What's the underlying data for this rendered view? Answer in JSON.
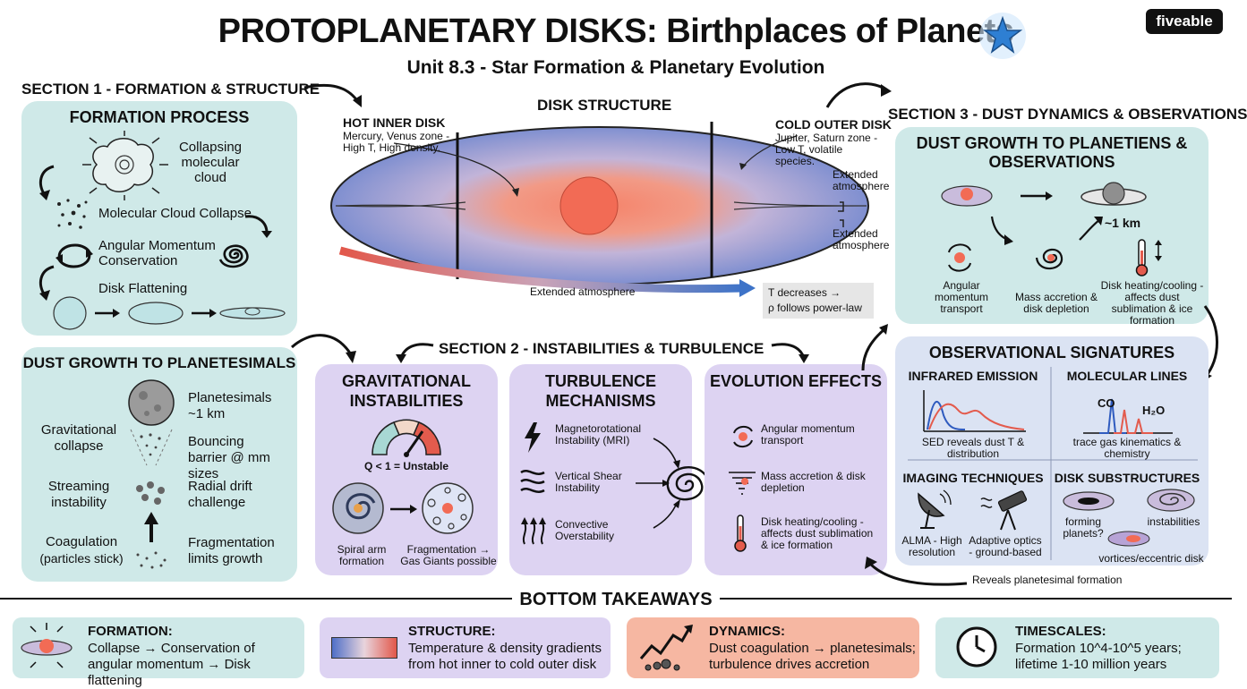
{
  "header": {
    "title": "PROTOPLANETARY DISKS: Birthplaces of Planets",
    "subtitle": "Unit 8.3 - Star Formation & Planetary Evolution",
    "logo": "fiveable"
  },
  "section1": {
    "heading": "SECTION 1 - FORMATION & STRUCTURE",
    "formation": {
      "title": "FORMATION PROCESS",
      "cloud_label": "Collapsing molecular cloud",
      "step1": "Molecular Cloud Collapse",
      "step2": "Angular Momentum Conservation",
      "step3": "Disk Flattening"
    },
    "dust": {
      "title": "DUST GROWTH TO PLANETESIMALS",
      "left1": "Gravitational collapse",
      "left2": "Streaming instability",
      "left3": "Coagulation",
      "left3b": "(particles stick)",
      "right1": "Planetesimals ~1 km",
      "right2": "Bouncing barrier @ mm sizes",
      "right3": "Radial drift challenge",
      "right4": "Fragmentation limits growth"
    }
  },
  "disk": {
    "title": "DISK STRUCTURE",
    "inner_title": "HOT INNER DISK",
    "inner_desc": "Mercury, Venus zone - High T, High density.",
    "outer_title": "COLD OUTER DISK",
    "outer_desc": "Jupiter, Saturn zone - Low T, volatile species.",
    "ext1": "Extended atmosphere",
    "ext2": "Extended atmosphere",
    "ext_bottom": "Extended atmosphere",
    "note1": "T decreases →",
    "note2": "ρ follows power-law"
  },
  "section2": {
    "heading": "SECTION 2 - INSTABILITIES & TURBULENCE",
    "grav": {
      "title": "GRAVITATIONAL INSTABILITIES",
      "gauge_label": "Q < 1 = Unstable",
      "spiral": "Spiral arm formation",
      "frag": "Fragmentation → Gas Giants possible"
    },
    "turb": {
      "title": "TURBULENCE MECHANISMS",
      "item1": "Magnetorotational Instability (MRI)",
      "item2": "Vertical Shear Instability",
      "item3": "Convective Overstability"
    },
    "evol": {
      "title": "EVOLUTION EFFECTS",
      "item1": "Angular momentum transport",
      "item2": "Mass accretion & disk depletion",
      "item3": "Disk heating/cooling - affects dust sublimation & ice formation"
    }
  },
  "section3": {
    "heading": "SECTION 3 - DUST DYNAMICS & OBSERVATIONS",
    "dust": {
      "title": "DUST GROWTH TO PLANETIENS & OBSERVATIONS",
      "km": "~1 km",
      "c1": "Angular momentum transport",
      "c2": "Mass accretion & disk depletion",
      "c3": "Disk heating/cooling - affects dust sublimation & ice formation"
    },
    "obs": {
      "title": "OBSERVATIONAL SIGNATURES",
      "ir_title": "INFRARED EMISSION",
      "ir_desc": "SED reveals dust T & distribution",
      "mol_title": "MOLECULAR LINES",
      "mol_co": "CO",
      "mol_h2o": "H₂O",
      "mol_desc": "trace gas kinematics & chemistry",
      "img_title": "IMAGING TECHNIQUES",
      "alma": "ALMA - High resolution",
      "optics": "Adaptive optics - ground-based",
      "sub_title": "DISK SUBSTRUCTURES",
      "sub1": "forming planets?",
      "sub2": "instabilities",
      "sub3": "vortices/eccentric disk"
    },
    "reveals": "Reveals planetesimal formation"
  },
  "bottom": {
    "heading": "BOTTOM TAKEAWAYS",
    "t1_title": "FORMATION:",
    "t1_body": "Collapse → Conservation of angular momentum → Disk flattening",
    "t2_title": "STRUCTURE:",
    "t2_body": "Temperature & density gradients from hot inner to cold outer disk",
    "t3_title": "DYNAMICS:",
    "t3_body": "Dust coagulation → planetesimals; turbulence drives accretion",
    "t4_title": "TIMESCALES:",
    "t4_body": "Formation 10^4-10^5 years; lifetime 1-10 million years"
  },
  "colors": {
    "teal": "#cfe9e8",
    "lavender": "#ddd3f2",
    "blue": "#dbe3f3",
    "hot": "#ef6b55",
    "cold": "#5a7ccc"
  }
}
